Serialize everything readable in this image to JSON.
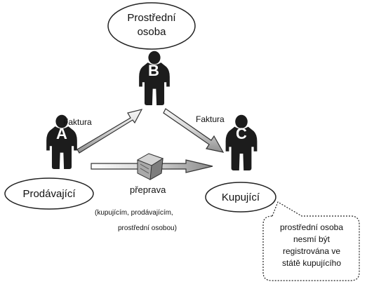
{
  "nodes": {
    "top": {
      "label_line1": "Prostřední",
      "label_line2": "osoba"
    },
    "left": {
      "label": "Prodávající"
    },
    "right": {
      "label": "Kupující"
    }
  },
  "persons": {
    "a": {
      "letter": "A"
    },
    "b": {
      "letter": "B"
    },
    "c": {
      "letter": "C"
    }
  },
  "arrows": {
    "a_to_b": {
      "label": "Faktura"
    },
    "b_to_c": {
      "label": "Faktura"
    },
    "a_to_c": {
      "label": "přeprava",
      "sub_line1": "(kupujícím, prodávajícím,",
      "sub_line2": "prostřední osobou)"
    }
  },
  "callout": {
    "line1": "prostřední osoba",
    "line2": "nesmí být",
    "line3": "registrována ve",
    "line4": "státě kupujícího"
  },
  "colors": {
    "person": "#1c1c1c",
    "arrow_fill": "#9a9a9a",
    "arrow_light": "#f4f4f4",
    "outline": "#222222"
  }
}
